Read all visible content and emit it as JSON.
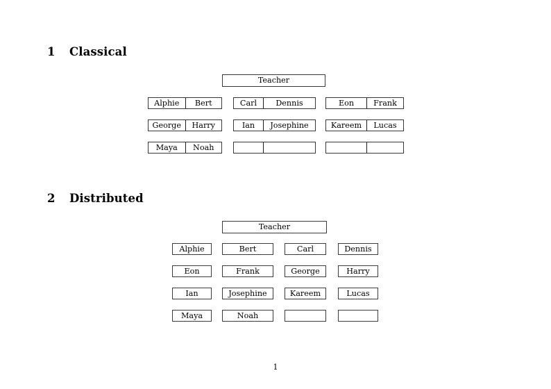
{
  "document": {
    "page_number": "1"
  },
  "sections": [
    {
      "number": "1",
      "title": "Classical",
      "teacher": {
        "label": "Teacher"
      },
      "groups": [
        {
          "rows": [
            {
              "left": "Alphie",
              "right": "Bert"
            },
            {
              "left": "George",
              "right": "Harry"
            },
            {
              "left": "Maya",
              "right": "Noah"
            }
          ]
        },
        {
          "rows": [
            {
              "left": "Carl",
              "right": "Dennis"
            },
            {
              "left": "Ian",
              "right": "Josephine"
            },
            {
              "left": "",
              "right": ""
            }
          ]
        },
        {
          "rows": [
            {
              "left": "Eon",
              "right": "Frank"
            },
            {
              "left": "Kareem",
              "right": "Lucas"
            },
            {
              "left": "",
              "right": ""
            }
          ]
        }
      ]
    },
    {
      "number": "2",
      "title": "Distributed",
      "teacher": {
        "label": "Teacher"
      },
      "grid": [
        [
          "Alphie",
          "Bert",
          "Carl",
          "Dennis"
        ],
        [
          "Eon",
          "Frank",
          "George",
          "Harry"
        ],
        [
          "Ian",
          "Josephine",
          "Kareem",
          "Lucas"
        ],
        [
          "Maya",
          "Noah",
          "",
          ""
        ]
      ]
    }
  ]
}
